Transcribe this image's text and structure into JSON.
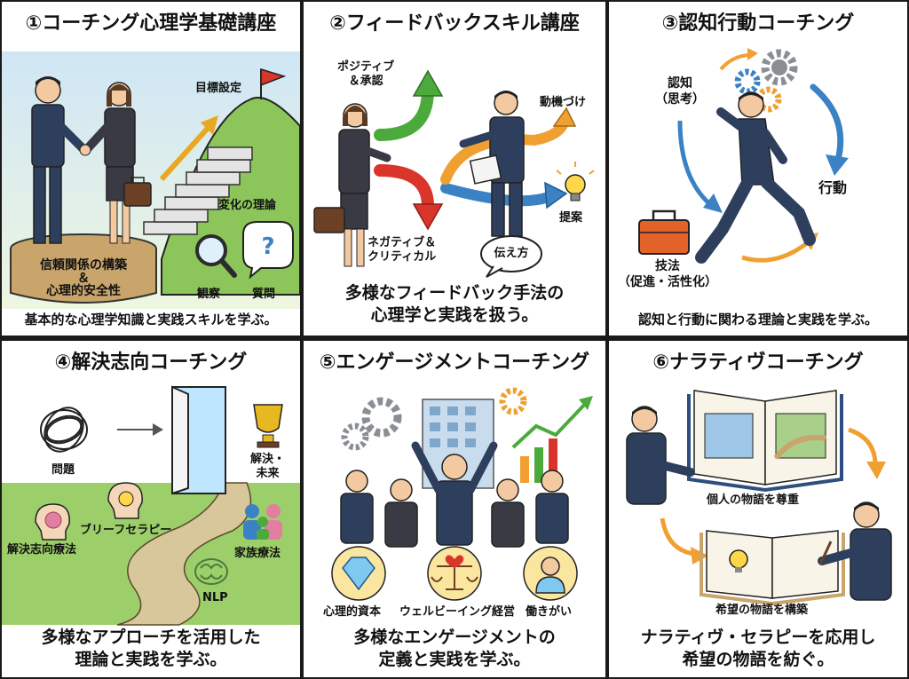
{
  "panels": [
    {
      "title": "①コーチング心理学基礎講座",
      "labels": {
        "goal": "目標設定",
        "change": "変化の理論",
        "trust": "信頼関係の構築\n＆\n心理的安全性",
        "observe": "観察",
        "question": "質問"
      },
      "caption": "基本的な心理学知識と実践スキルを学ぶ。"
    },
    {
      "title": "②フィードバックスキル講座",
      "labels": {
        "positive": "ポジティブ\n＆承認",
        "motivation": "動機づけ",
        "proposal": "提案",
        "negative": "ネガティブ＆\nクリティカル",
        "delivery": "伝え方"
      },
      "caption": "多様なフィードバック手法の\n心理学と実践を扱う。"
    },
    {
      "title": "③認知行動コーチング",
      "labels": {
        "cognition": "認知\n（思考）",
        "action": "行動",
        "technique": "技法\n（促進・活性化）"
      },
      "caption": "認知と行動に関わる理論と実践を学ぶ。"
    },
    {
      "title": "④解決志向コーチング",
      "labels": {
        "problem": "問題",
        "solution": "解決・\n未来",
        "brief": "ブリーフセラピー",
        "sft": "解決志向療法",
        "family": "家族療法",
        "nlp": "NLP"
      },
      "caption": "多様なアプローチを活用した\n理論と実践を学ぶ。"
    },
    {
      "title": "⑤エンゲージメントコーチング",
      "labels": {
        "capital": "心理的資本",
        "wellbeing": "ウェルビーイング経営",
        "purpose": "働きがい"
      },
      "caption": "多様なエンゲージメントの\n定義と実践を学ぶ。"
    },
    {
      "title": "⑥ナラティヴコーチング",
      "labels": {
        "respect": "個人の物語を尊重",
        "build": "希望の物語を構築"
      },
      "caption": "ナラティヴ・セラピーを応用し\n希望の物語を紡ぐ。"
    }
  ],
  "colors": {
    "suit": "#2e3f5e",
    "gear": "#8a8f96",
    "green": "#4caa3c",
    "red": "#d9352b",
    "orange": "#f0a030",
    "blue": "#3b82c4",
    "path": "#d8c79a",
    "grass": "#9ccf6a"
  }
}
